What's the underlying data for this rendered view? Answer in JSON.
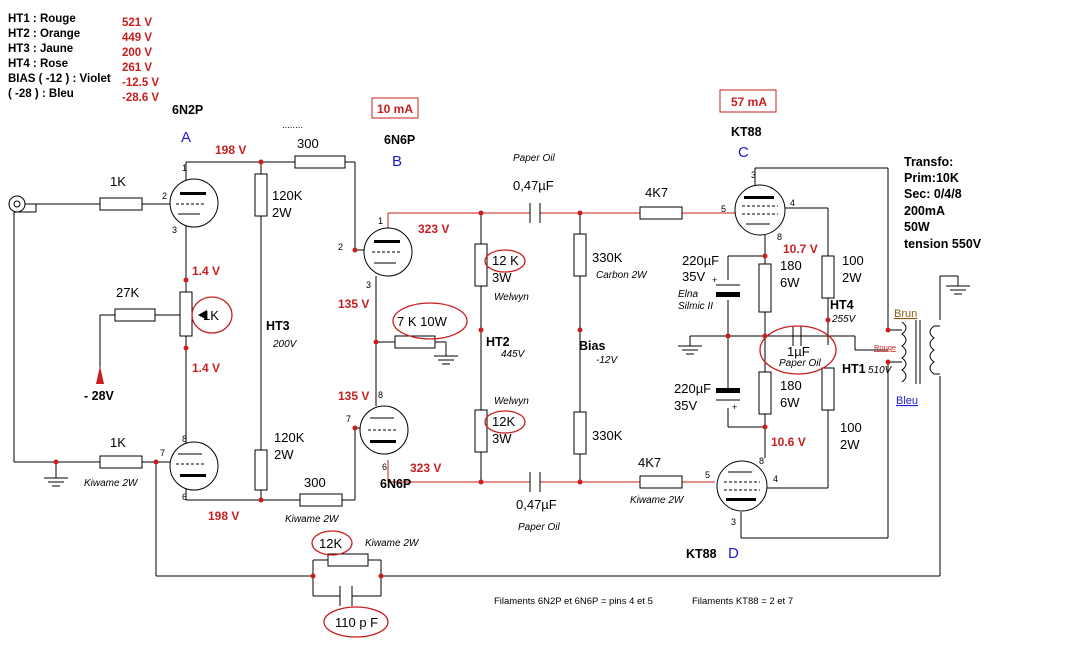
{
  "legend": [
    {
      "name": "HT1 : Rouge",
      "value": "521 V"
    },
    {
      "name": "HT2 : Orange",
      "value": "449 V"
    },
    {
      "name": "HT3 : Jaune",
      "value": "200 V"
    },
    {
      "name": "HT4 : Rose",
      "value": "261 V"
    },
    {
      "name": "BIAS ( -12 ) : Violet",
      "value": "-12.5 V"
    },
    {
      "name": "( -28 ) : Bleu",
      "value": "-28.6 V"
    }
  ],
  "tubes": {
    "a": {
      "type": "6N2P",
      "letter": "A"
    },
    "b": {
      "type": "6N6P",
      "letter": "B",
      "current": "10 mA"
    },
    "c": {
      "type": "KT88",
      "letter": "C",
      "current": "57 mA"
    },
    "d": {
      "type": "KT88",
      "letter": "D"
    },
    "lower_driver_type": "6N6P"
  },
  "transformer": [
    "Transfo:",
    "Prim:10K",
    "Sec: 0/4/8",
    "200mA",
    "50W",
    "tension 550V"
  ],
  "wire_colors": {
    "brun": "Brun",
    "rouge": "Rouge",
    "bleu": "Bleu",
    "rouge_text": "Rouge"
  },
  "rails": {
    "ht1": "HT1",
    "ht1_v": "510V",
    "ht2": "HT2",
    "ht2_v": "445V",
    "ht3": "HT3",
    "ht3_v": "200V",
    "ht4": "HT4",
    "ht4_v": "255V",
    "bias": "Bias",
    "bias_v": "-12V"
  },
  "voltages": {
    "a_plate_top": "198 V",
    "a_plate_bottom": "198 V",
    "a_cathode_top": "1.4 V",
    "a_cathode_bottom": "1.4 V",
    "b_plate_top": "323 V",
    "b_plate_bottom": "323 V",
    "b_cathode_top": "135 V",
    "b_cathode_bottom": "135 V",
    "c_cathode": "10.7 V",
    "d_cathode": "10.6 V",
    "neg_supply": "- 28V"
  },
  "components": {
    "r_in_top": "1K",
    "r_in_bottom": "1K",
    "r_in_bottom_note": "Kiwame 2W",
    "r_27k": "27K",
    "r_pot": "1K",
    "r_plate_a_top": [
      "120K",
      "2W"
    ],
    "r_plate_a_bottom": [
      "120K",
      "2W"
    ],
    "r_300_top": "300",
    "r_300_bottom": "300",
    "r_300_note": "Kiwame 2W",
    "r_7k": "7 K 10W",
    "r_12k_top": "12 K",
    "r_12k_top_w": "3W",
    "r_12k_top_note": "Welwyn",
    "r_12k_bottom": "12K",
    "r_12k_bottom_w": "3W",
    "r_12k_bottom_note": "Welwyn",
    "r_330k_top": "330K",
    "r_330k_top_note": "Carbon 2W",
    "r_330k_bottom": "330K",
    "c_coupling_top": "0,47µF",
    "c_coupling_top_note": "Paper Oil",
    "c_coupling_bottom": "0,47µF",
    "c_coupling_bottom_note": "Paper Oil",
    "r_4k7_top": "4K7",
    "r_4k7_bottom": "4K7",
    "r_4k7_note": "Kiwame 2W",
    "c_220_top": [
      "220µF",
      "35V"
    ],
    "c_220_top_note": [
      "Elna",
      "Silmic II"
    ],
    "c_220_bottom": [
      "220µF",
      "35V"
    ],
    "r_180_top": [
      "180",
      "6W"
    ],
    "r_180_bottom": [
      "180",
      "6W"
    ],
    "r_100_top": [
      "100",
      "2W"
    ],
    "r_100_bottom": [
      "100",
      "2W"
    ],
    "c_1uf": "1µF",
    "c_1uf_note": "Paper Oil",
    "fb_r": "12K",
    "fb_r_note": "Kiwame 2W",
    "fb_c": "110 p F"
  },
  "notes": {
    "fil_small": "Filaments 6N2P et 6N6P = pins 4 et 5",
    "fil_kt88": "Filaments KT88 = 2 et 7",
    "top_cut": "........"
  },
  "colors": {
    "wire": "#000000",
    "node": "#c81e1e",
    "annotation_red": "#c81e1e",
    "tube_letter": "#1a1acc",
    "brown": "#8b5a12"
  }
}
